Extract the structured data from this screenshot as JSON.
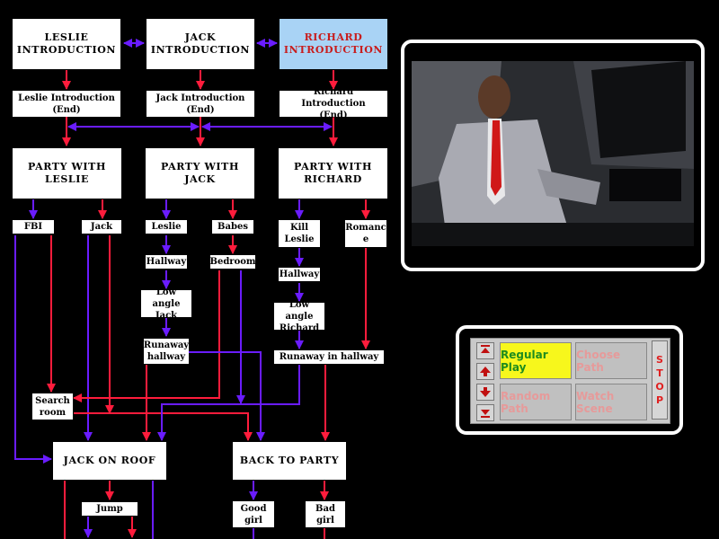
{
  "colors": {
    "blue_arrow": "#6a1cff",
    "red_arrow": "#ff1c3c",
    "selected_bg": "#a9d3f5",
    "selected_text": "#c81c1c",
    "active_button": "#f7f71c"
  },
  "nodes": {
    "leslie_intro": "LESLIE\nINTRODUCTION",
    "jack_intro": "JACK\nINTRODUCTION",
    "richard_intro": "RICHARD\nINTRODUCTION",
    "leslie_intro_end": "Leslie Introduction\n(End)",
    "jack_intro_end": "Jack Introduction\n(End)",
    "richard_intro_end": "Richard Introduction\n(End)",
    "party_leslie": "PARTY WITH\nLESLIE",
    "party_jack": "PARTY WITH\nJACK",
    "party_richard": "PARTY WITH\nRICHARD",
    "fbi": "FBI",
    "jack": "Jack",
    "leslie": "Leslie",
    "babes": "Babes",
    "kill_leslie": "Kill\nLeslie",
    "romance": "Romanc\ne",
    "hallway_1": "Hallway",
    "bedroom": "Bedroom",
    "hallway_2": "Hallway",
    "low_angle_jack": "Low angle\nJack",
    "low_angle_richard": "Low angle\nRichard",
    "runaway_hallway_1": "Runaway\nhallway",
    "runaway_in_hallway": "Runaway in hallway",
    "search_room": "Search\nroom",
    "jack_on_roof": "JACK ON ROOF",
    "back_to_party": "BACK TO PARTY",
    "jump": "Jump",
    "good_girl": "Good\ngirl",
    "bad_girl": "Bad\ngirl"
  },
  "controls": {
    "regular_play": "Regular Play",
    "choose_path": "Choose Path",
    "random_path": "Random Path",
    "watch_scene": "Watch Scene",
    "stop_letters": [
      "S",
      "T",
      "O",
      "P"
    ]
  }
}
